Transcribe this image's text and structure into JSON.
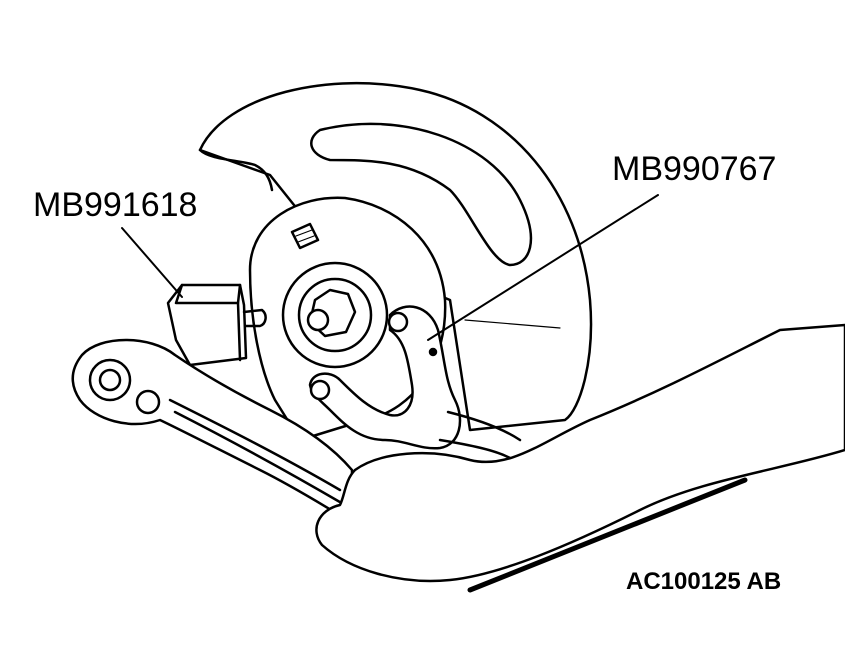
{
  "labels": {
    "tool_left": "MB991618",
    "tool_right": "MB990767",
    "figure_id": "AC100125 AB"
  },
  "colors": {
    "line": "#000000",
    "fill": "#ffffff"
  }
}
